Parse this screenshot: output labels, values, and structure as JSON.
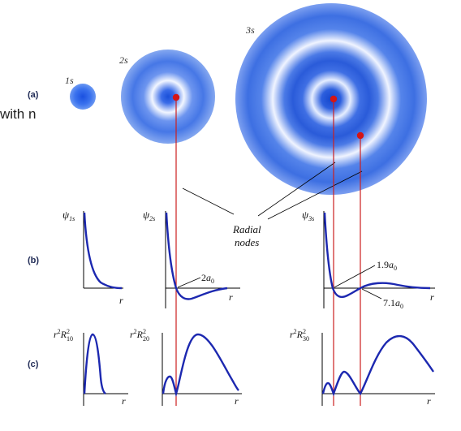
{
  "side_text": "with n",
  "row_labels": {
    "a": "(a)",
    "b": "(b)",
    "c": "(c)"
  },
  "orbital_labels": {
    "s1": "1s",
    "s2": "2s",
    "s3": "3s"
  },
  "psi_labels": {
    "p1": {
      "sym": "ψ",
      "sub": "1s"
    },
    "p2": {
      "sym": "ψ",
      "sub": "2s"
    },
    "p3": {
      "sym": "ψ",
      "sub": "3s"
    }
  },
  "rdf_labels": {
    "r1": {
      "pre": "r",
      "sup": "2",
      "R": "R",
      "sup2": "2",
      "sub": "10"
    },
    "r2": {
      "pre": "r",
      "sup": "2",
      "R": "R",
      "sup2": "2",
      "sub": "20"
    },
    "r3": {
      "pre": "r",
      "sup": "2",
      "R": "R",
      "sup2": "2",
      "sub": "30"
    }
  },
  "axis_var": "r",
  "node_labels": {
    "n2s": {
      "num": "2",
      "a": "a",
      "sub": "0"
    },
    "n3s_a": {
      "num": "1.9",
      "a": "a",
      "sub": "0"
    },
    "n3s_b": {
      "num": "7.1",
      "a": "a",
      "sub": "0"
    }
  },
  "annotation": {
    "line1": "Radial",
    "line2": "nodes"
  },
  "colors": {
    "curve": "#1c28b0",
    "node_line": "#cc1f1f",
    "node_dot": "#d41515",
    "axis": "#000000"
  }
}
